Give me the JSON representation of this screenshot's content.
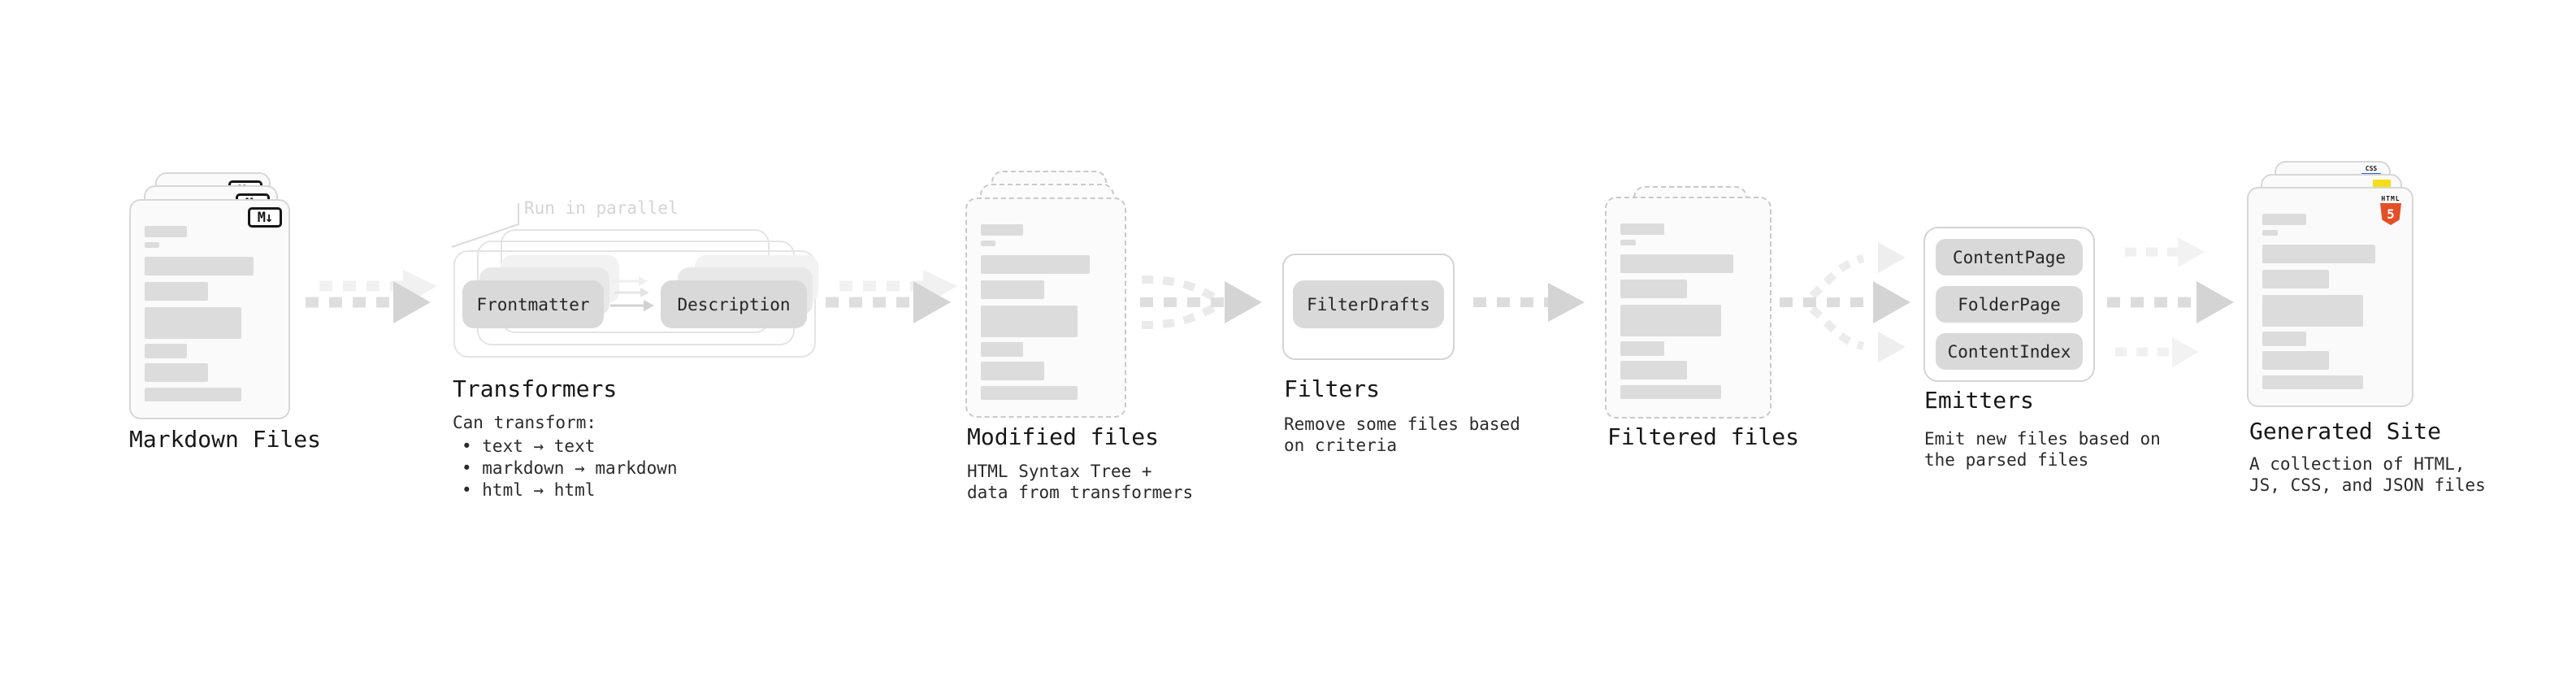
{
  "diagram": {
    "stages": {
      "markdown_files": {
        "title": "Markdown Files"
      },
      "transformers": {
        "title": "Transformers",
        "annotation": "Run in parallel",
        "pill_from": "Frontmatter",
        "pill_to": "Description",
        "description_heading": "Can transform:",
        "bullets": [
          "• text → text",
          "• markdown → markdown",
          "• html → html"
        ]
      },
      "modified_files": {
        "title": "Modified files",
        "description": "HTML Syntax Tree +\ndata from transformers"
      },
      "filters": {
        "title": "Filters",
        "pill": "FilterDrafts",
        "description": "Remove some files based\non criteria"
      },
      "filtered_files": {
        "title": "Filtered files"
      },
      "emitters": {
        "title": "Emitters",
        "pills": [
          "ContentPage",
          "FolderPage",
          "ContentIndex"
        ],
        "description": "Emit new files based on\nthe parsed files"
      },
      "generated_site": {
        "title": "Generated Site",
        "description": "A collection of HTML,\nJS, CSS, and JSON files"
      }
    },
    "icons": {
      "markdown_glyph": "M↓",
      "css_text": "CSS",
      "html5_text": "HTML",
      "html5_number": "5"
    },
    "colors": {
      "html5_orange": "#e34f26",
      "js_yellow": "#f5de19",
      "css_blue": "#2760e6",
      "pill_gray": "#d9d9d9",
      "arrow_gray": "#d4d4d4"
    }
  }
}
